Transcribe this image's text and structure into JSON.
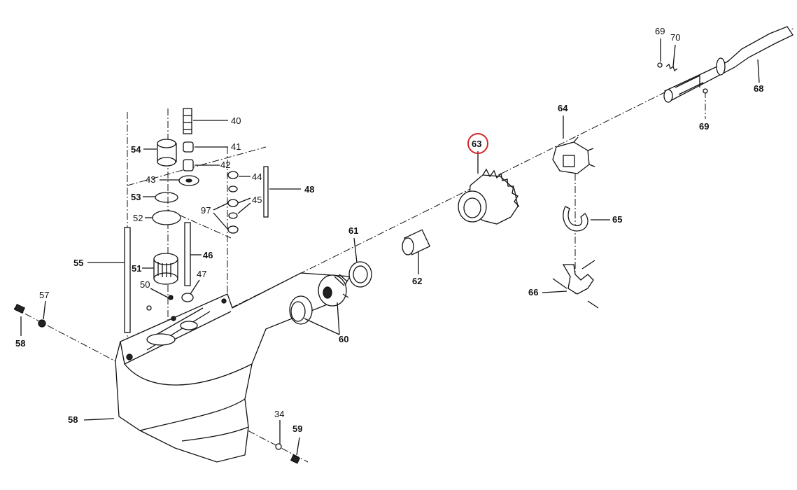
{
  "diagram": {
    "highlight_color": "#d4242a",
    "highlighted_part": "63",
    "labels": {
      "l40": "40",
      "l41": "41",
      "l42": "42",
      "l43": "43",
      "l44": "44",
      "l45": "45",
      "l46": "46",
      "l47": "47",
      "l48": "48",
      "l50": "50",
      "l51": "51",
      "l52": "52",
      "l53": "53",
      "l54": "54",
      "l55": "55",
      "l57": "57",
      "l58a": "58",
      "l58b": "58",
      "l34": "34",
      "l59": "59",
      "l60": "60",
      "l61": "61",
      "l62": "62",
      "l63": "63",
      "l64": "64",
      "l65": "65",
      "l66": "66",
      "l68": "68",
      "l69a": "69",
      "l69b": "69",
      "l70": "70",
      "l97": "97"
    }
  }
}
